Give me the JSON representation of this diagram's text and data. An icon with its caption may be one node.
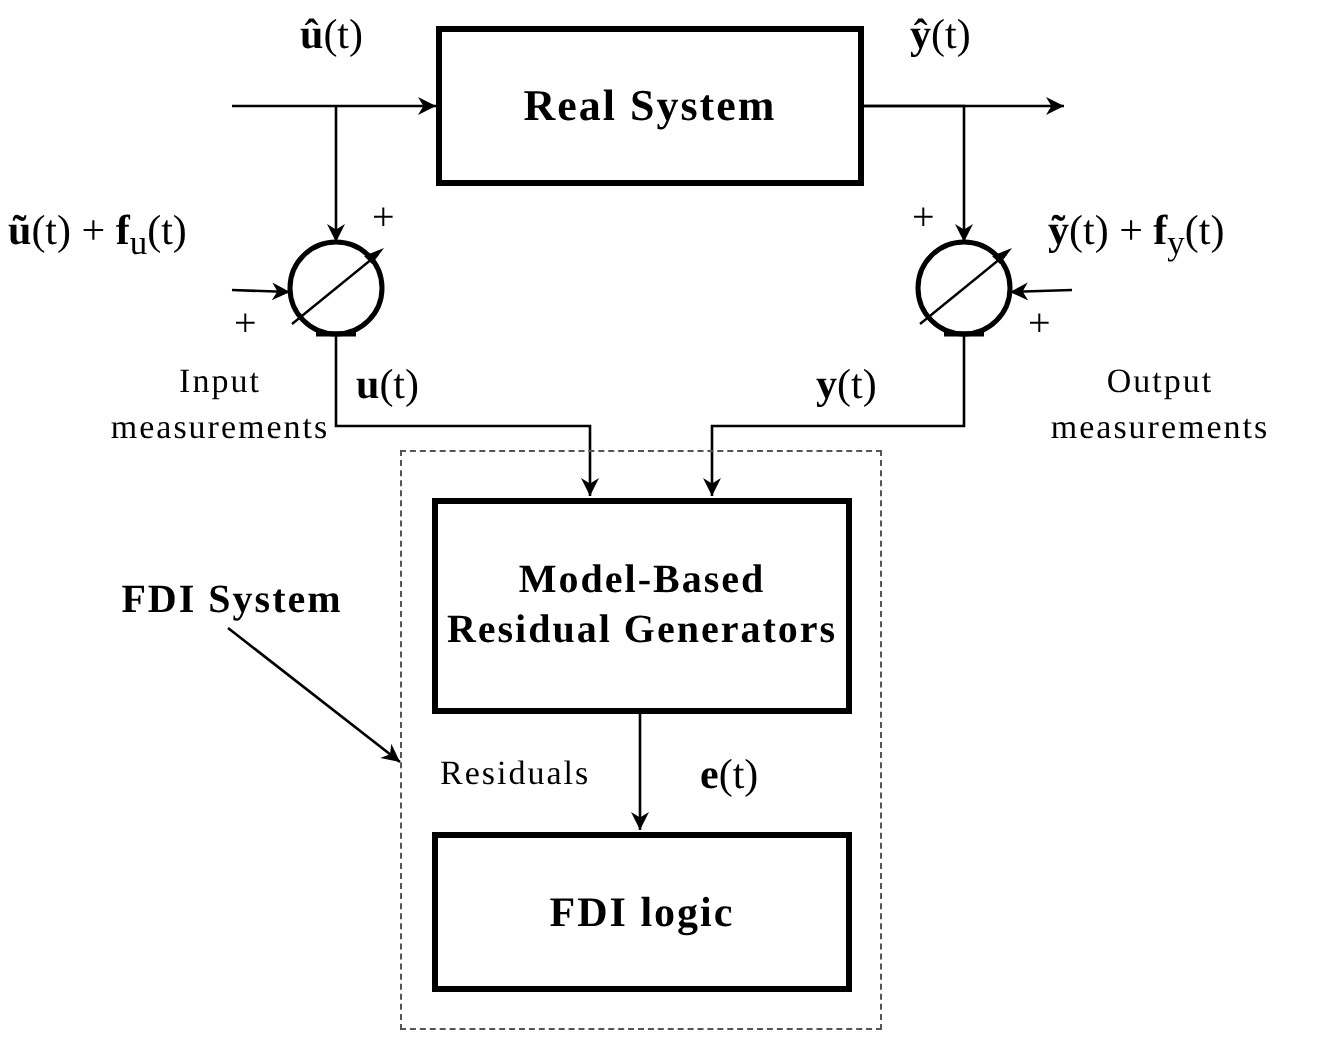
{
  "diagram": {
    "nodes": [
      {
        "text": [],
        "shape": "box"
      },
      {
        "text": [
          "Real System"
        ]
      },
      {
        "text": [
          "Model-Based Residual Generators"
        ],
        "in": 0
      },
      {
        "text": [
          "FDI logic"
        ],
        "in": 0
      },
      {
        "text": [],
        "shape": "circle",
        "beside": [
          "Input measurements"
        ]
      },
      {
        "text": [],
        "shape": "circle",
        "beside": [
          "Output measurements"
        ]
      },
      {
        "text": [
          "FDI System"
        ]
      }
    ],
    "edges": [
      {
        "from": null,
        "to": 1,
        "arrow": "to",
        "label": "**û**(t)"
      },
      {
        "from": null,
        "to": 4,
        "arrow": "to"
      },
      {
        "from": null,
        "to": 4,
        "arrow": "to",
        "label": "**ũ**(t) + **f**$_{u}$(t)"
      },
      {
        "from": 4,
        "to": 2,
        "arrow": "to",
        "label": "**u**(t)"
      },
      {
        "from": 1,
        "to": null,
        "arrow": "to",
        "label": "**ŷ**(t)"
      },
      {
        "from": 1,
        "to": 5,
        "arrow": "to"
      },
      {
        "from": null,
        "to": 5,
        "arrow": "to",
        "label": "**ỹ**(t) + **f**$_{y}$(t)"
      },
      {
        "from": 5,
        "to": 2,
        "arrow": "to",
        "label": "**y**(t)"
      },
      {
        "from": 2,
        "to": 3,
        "arrow": "to",
        "label": "**e**(t)"
      },
      {
        "from": 6,
        "to": 0,
        "arrow": "to"
      }
    ],
    "labels": [
      "+",
      "+",
      "+",
      "+",
      "Residuals"
    ]
  }
}
